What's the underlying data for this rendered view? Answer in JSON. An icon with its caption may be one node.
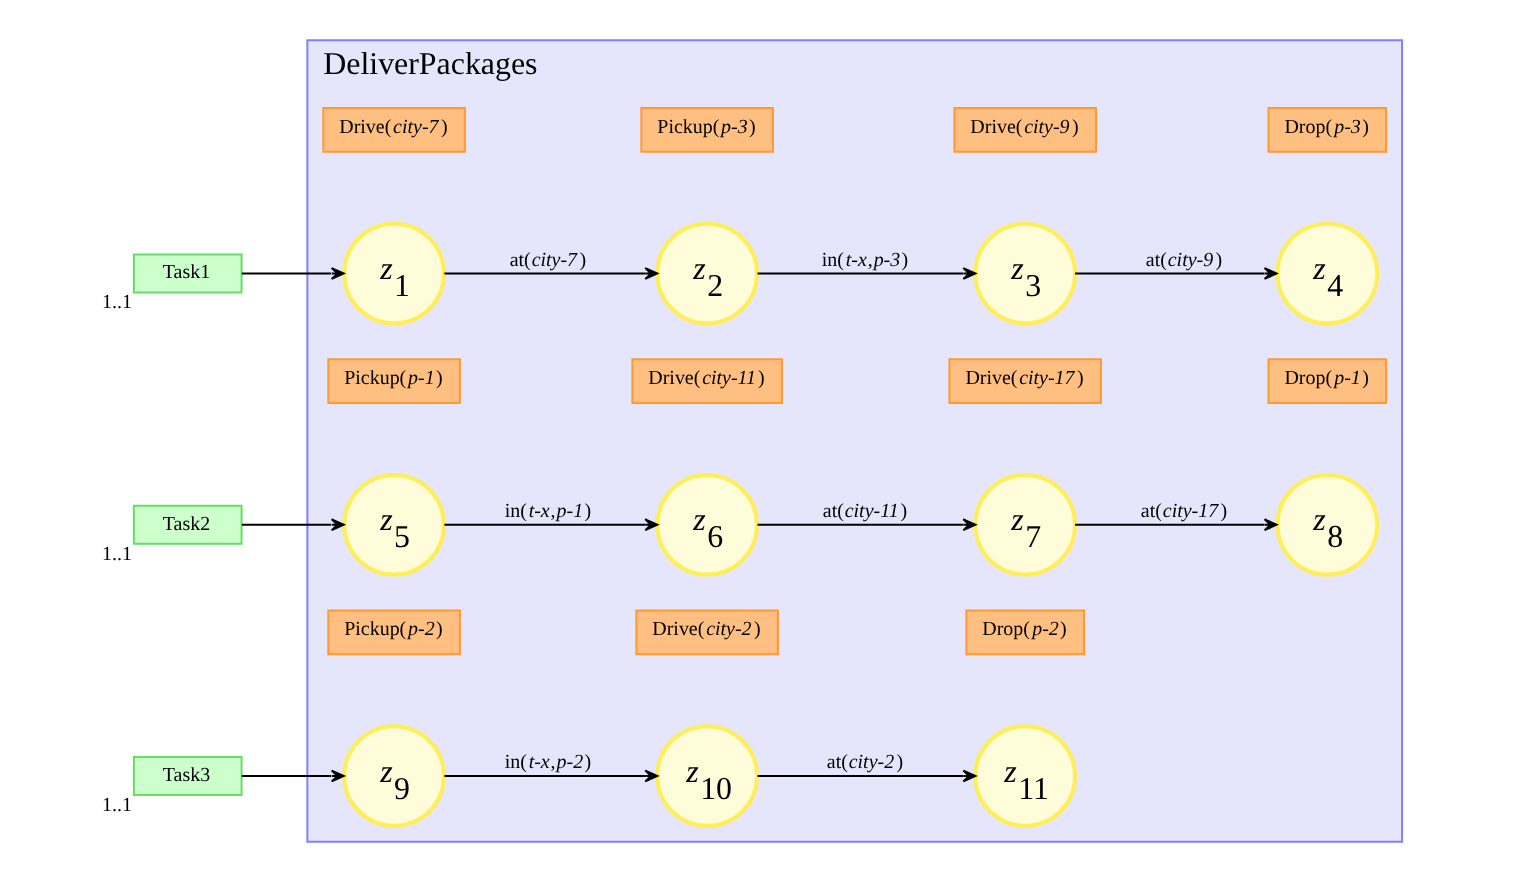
{
  "diagram": {
    "nodes": [
      {
        "text": [
          "DeliverPackages"
        ]
      },
      {
        "text": [
          "Task1"
        ],
        "beside": [
          "1..1"
        ]
      },
      {
        "text": [
          "*z*$_{1}$"
        ],
        "in": 0
      },
      {
        "text": [
          "*z*$_{2}$"
        ],
        "in": 0
      },
      {
        "text": [
          "*z*$_{3}$"
        ],
        "in": 0
      },
      {
        "text": [
          "*z*$_{4}$"
        ],
        "in": 0
      },
      {
        "text": [
          "Drive(*city-7*)"
        ],
        "in": 0
      },
      {
        "text": [
          "Pickup(*p-3*)"
        ],
        "in": 0
      },
      {
        "text": [
          "Drive(*city-9*)"
        ],
        "in": 0
      },
      {
        "text": [
          "Drop(*p-3*)"
        ],
        "in": 0
      },
      {
        "text": [
          "Task2"
        ],
        "beside": [
          "1..1"
        ]
      },
      {
        "text": [
          "*z*$_{5}$"
        ],
        "in": 0
      },
      {
        "text": [
          "*z*$_{6}$"
        ],
        "in": 0
      },
      {
        "text": [
          "*z*$_{7}$"
        ],
        "in": 0
      },
      {
        "text": [
          "*z*$_{8}$"
        ],
        "in": 0
      },
      {
        "text": [
          "Pickup(*p-1*)"
        ],
        "in": 0
      },
      {
        "text": [
          "Drive(*city-11*)"
        ],
        "in": 0
      },
      {
        "text": [
          "Drive(*city-17*)"
        ],
        "in": 0
      },
      {
        "text": [
          "Drop(*p-1*)"
        ],
        "in": 0
      },
      {
        "text": [
          "Task3"
        ],
        "beside": [
          "1..1"
        ]
      },
      {
        "text": [
          "*z*$_{9}$"
        ],
        "in": 0
      },
      {
        "text": [
          "*z*$_{10}$"
        ],
        "in": 0
      },
      {
        "text": [
          "*z*$_{11}$"
        ],
        "in": 0
      },
      {
        "text": [
          "Pickup(*p-2*)"
        ],
        "in": 0
      },
      {
        "text": [
          "Drive(*city-2*)"
        ],
        "in": 0
      },
      {
        "text": [
          "Drop(*p-2*)"
        ],
        "in": 0
      }
    ],
    "edges": [
      {
        "from": 1,
        "to": 2,
        "arrow": "to"
      },
      {
        "from": 2,
        "to": 3,
        "arrow": "to",
        "label": "at(*city-7*)"
      },
      {
        "from": 3,
        "to": 4,
        "arrow": "to",
        "label": "in(*t-x*,*p-3*)"
      },
      {
        "from": 4,
        "to": 5,
        "arrow": "to",
        "label": "at(*city-9*)"
      },
      {
        "from": 10,
        "to": 11,
        "arrow": "to"
      },
      {
        "from": 11,
        "to": 12,
        "arrow": "to",
        "label": "in(*t-x*,*p-1*)"
      },
      {
        "from": 12,
        "to": 13,
        "arrow": "to",
        "label": "at(*city-11*)"
      },
      {
        "from": 13,
        "to": 14,
        "arrow": "to",
        "label": "at(*city-17*)"
      },
      {
        "from": 19,
        "to": 20,
        "arrow": "to"
      },
      {
        "from": 20,
        "to": 21,
        "arrow": "to",
        "label": "in(*t-x*,*p-2*)"
      },
      {
        "from": 21,
        "to": 22,
        "arrow": "to",
        "label": "at(*city-2*)"
      }
    ]
  }
}
